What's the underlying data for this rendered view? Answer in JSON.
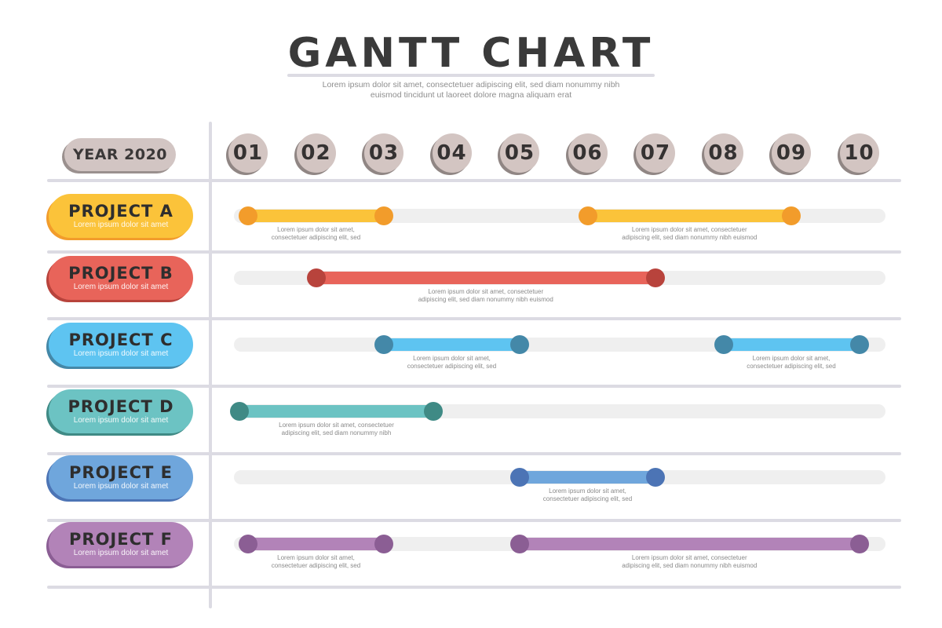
{
  "header": {
    "title": "GANTT CHART",
    "subtitle_line1": "Lorem ipsum dolor sit amet, consectetuer adipiscing elit, sed diam nonummy nibh",
    "subtitle_line2": "euismod tincidunt ut laoreet dolore magna aliquam erat"
  },
  "year_label": "YEAR 2020",
  "months": [
    "01",
    "02",
    "03",
    "04",
    "05",
    "06",
    "07",
    "08",
    "09",
    "10"
  ],
  "projects": [
    {
      "name": "PROJECT A",
      "desc": "Lorem ipsum dolor sit amet",
      "color": "#fbc33a",
      "dot_color": "#f29c2b",
      "tasks": [
        {
          "start": "01",
          "end": "03",
          "label1": "Lorem ipsum dolor sit amet,",
          "label2": "consectetuer adipiscing elit, sed"
        },
        {
          "start": "06",
          "end": "09",
          "label1": "Lorem ipsum dolor sit amet, consectetuer",
          "label2": "adipiscing elit, sed diam nonummy nibh euismod"
        }
      ]
    },
    {
      "name": "PROJECT B",
      "desc": "Lorem ipsum dolor sit amet",
      "color": "#e8645a",
      "dot_color": "#b8433c",
      "tasks": [
        {
          "start": "02",
          "end": "07",
          "label1": "Lorem ipsum dolor sit amet, consectetuer",
          "label2": "adipiscing elit, sed diam nonummy nibh euismod"
        }
      ]
    },
    {
      "name": "PROJECT C",
      "desc": "Lorem ipsum dolor sit amet",
      "color": "#5ec4f1",
      "dot_color": "#4488a8",
      "tasks": [
        {
          "start": "03",
          "end": "05",
          "label1": "Lorem ipsum dolor sit amet,",
          "label2": "consectetuer adipiscing elit, sed"
        },
        {
          "start": "08",
          "end": "10",
          "label1": "Lorem ipsum dolor sit amet,",
          "label2": "consectetuer adipiscing elit, sed"
        }
      ]
    },
    {
      "name": "PROJECT D",
      "desc": "Lorem ipsum dolor sit amet",
      "color": "#6cc3c3",
      "dot_color": "#3f8a85",
      "tasks": [
        {
          "start": "01",
          "end": "04",
          "label1": "Lorem ipsum dolor sit amet, consectetuer",
          "label2": "adipiscing elit, sed diam nonummy nibh"
        }
      ]
    },
    {
      "name": "PROJECT E",
      "desc": "Lorem ipsum dolor sit amet",
      "color": "#6fa6dc",
      "dot_color": "#4c74b5",
      "tasks": [
        {
          "start": "05",
          "end": "07",
          "label1": "Lorem ipsum dolor sit amet,",
          "label2": "consectetuer adipiscing elit, sed"
        }
      ]
    },
    {
      "name": "PROJECT F",
      "desc": "Lorem ipsum dolor sit amet",
      "color": "#b283b8",
      "dot_color": "#8b5e94",
      "tasks": [
        {
          "start": "01",
          "end": "03",
          "label1": "Lorem ipsum dolor sit amet,",
          "label2": "consectetuer adipiscing elit, sed"
        },
        {
          "start": "05",
          "end": "10",
          "label1": "Lorem ipsum dolor sit amet, consectetuer",
          "label2": "adipiscing elit, sed diam nonummy nibh euismod"
        }
      ]
    }
  ],
  "chart_data": {
    "type": "gantt",
    "title": "GANTT CHART",
    "subtitle": "Lorem ipsum dolor sit amet, consectetuer adipiscing elit, sed diam nonummy nibh euismod tincidunt ut laoreet dolore magna aliquam erat",
    "xlabel": "YEAR 2020",
    "x_ticks": [
      "01",
      "02",
      "03",
      "04",
      "05",
      "06",
      "07",
      "08",
      "09",
      "10"
    ],
    "categories": [
      "PROJECT A",
      "PROJECT B",
      "PROJECT C",
      "PROJECT D",
      "PROJECT E",
      "PROJECT F"
    ],
    "series": [
      {
        "name": "PROJECT A",
        "color": "#fbc33a",
        "segments": [
          [
            1,
            3
          ],
          [
            6,
            9
          ]
        ]
      },
      {
        "name": "PROJECT B",
        "color": "#e8645a",
        "segments": [
          [
            2,
            7
          ]
        ]
      },
      {
        "name": "PROJECT C",
        "color": "#5ec4f1",
        "segments": [
          [
            3,
            5
          ],
          [
            8,
            10
          ]
        ]
      },
      {
        "name": "PROJECT D",
        "color": "#6cc3c3",
        "segments": [
          [
            1,
            4
          ]
        ]
      },
      {
        "name": "PROJECT E",
        "color": "#6fa6dc",
        "segments": [
          [
            5,
            7
          ]
        ]
      },
      {
        "name": "PROJECT F",
        "color": "#b283b8",
        "segments": [
          [
            1,
            3
          ],
          [
            5,
            10
          ]
        ]
      }
    ],
    "grid": true,
    "legend": "none"
  }
}
